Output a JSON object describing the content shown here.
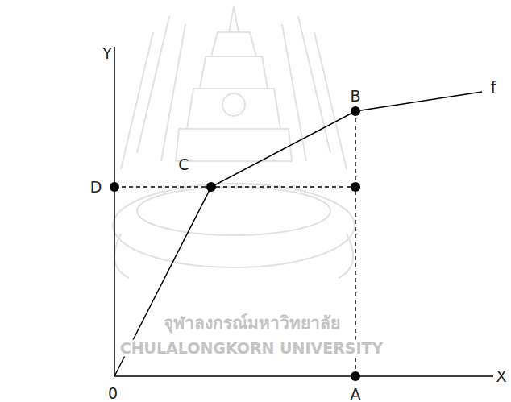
{
  "diagram": {
    "labels": [
      "Y",
      "B",
      "f",
      "C",
      "D",
      "0",
      "A",
      "X",
      "จุฬาลงกรณ์มหาวิทยาลัย",
      "CHULALONGKORN UNIVERSITY"
    ]
  }
}
